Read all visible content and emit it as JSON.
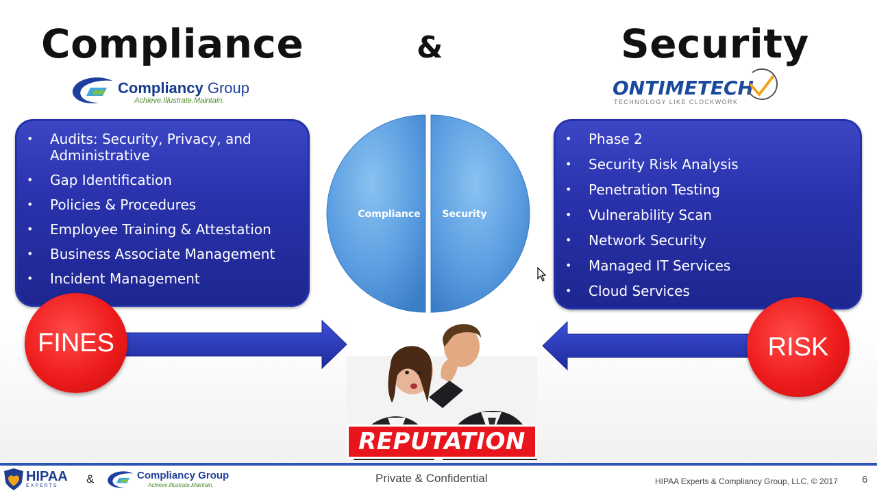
{
  "header": {
    "left_title": "Compliance",
    "ampersand": "&",
    "right_title": "Security"
  },
  "logos": {
    "compliancy_group": {
      "name_part1": "Compliancy",
      "name_part2": "Group",
      "tagline": "Achieve.Illustrate.Maintain."
    },
    "ontimetech": {
      "name": "ONTIMETECH",
      "tagline": "TECHNOLOGY LIKE CLOCKWORK"
    }
  },
  "compliance_list": [
    "Audits: Security, Privacy, and Administrative",
    "Gap Identification",
    "Policies & Procedures",
    "Employee Training & Attestation",
    "Business Associate Management",
    "Incident Management"
  ],
  "security_list": [
    "Phase 2",
    "Security Risk Analysis",
    "Penetration Testing",
    "Vulnerability Scan",
    "Network Security",
    "Managed IT Services",
    "Cloud Services"
  ],
  "pie": {
    "left_label": "Compliance",
    "right_label": "Security",
    "color": "#5a9de0"
  },
  "circles": {
    "left": "FINES",
    "right": "RISK",
    "color": "#ee1c1c"
  },
  "reputation_label": "REPUTATION",
  "footer": {
    "hipaa_name": "HIPAA",
    "hipaa_sub": "EXPERTS",
    "amp": "&",
    "cg_name": "Compliancy Group",
    "cg_tagline": "Achieve.Illustrate.Maintain.",
    "center_text": "Private & Confidential",
    "copyright": "HIPAA Experts & Compliancy Group, LLC. © 2017",
    "page_number": "6"
  },
  "colors": {
    "box_blue": "#2a32ad",
    "accent_red": "#e8161c",
    "footer_line": "#2a55b5"
  }
}
